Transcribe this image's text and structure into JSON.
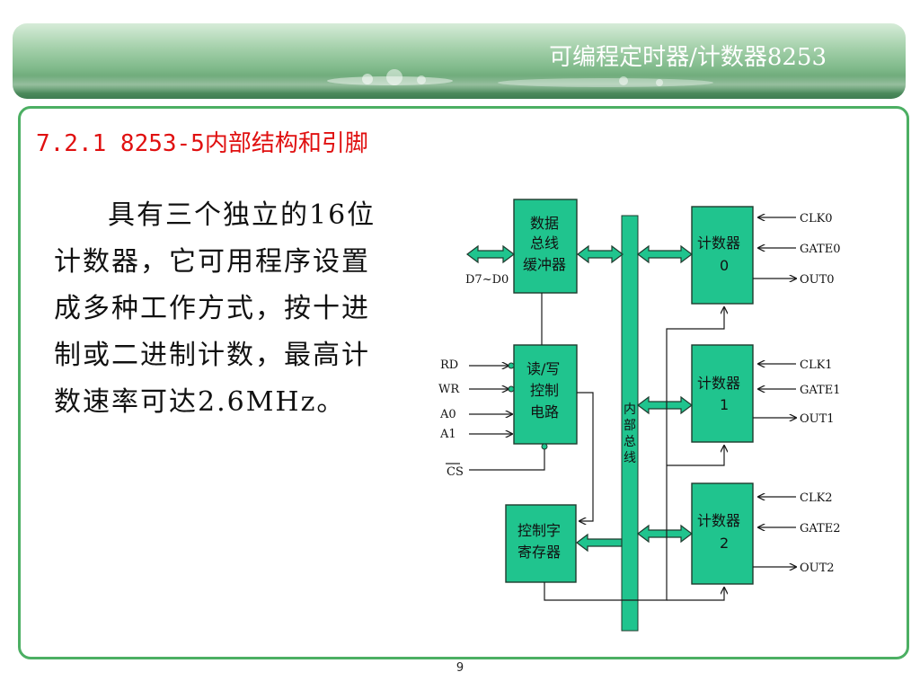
{
  "header": {
    "title": "可编程定时器/计数器8253"
  },
  "section": {
    "title": "7.2.1 8253-5内部结构和引脚"
  },
  "body": {
    "text": "具有三个独立的16位计数器，它可用程序设置成多种工作方式，按十进制或二进制计数，最高计数速率可达2.6MHz。"
  },
  "diagram": {
    "data_bus_buffer": [
      "数据",
      "总线",
      "缓冲器"
    ],
    "rw_logic": [
      "读/写",
      "控制",
      "电路"
    ],
    "control_word": [
      "控制字",
      "寄存器"
    ],
    "internal_bus": [
      "内",
      "部",
      "总",
      "线"
    ],
    "data_pin": "D7~D0",
    "rw_pins": [
      "RD",
      "WR",
      "A0",
      "A1"
    ],
    "cs_pin": "CS",
    "counters": [
      {
        "title": "计数器",
        "index": "0",
        "clk": "CLK0",
        "gate": "GATE0",
        "out": "OUT0"
      },
      {
        "title": "计数器",
        "index": "1",
        "clk": "CLK1",
        "gate": "GATE1",
        "out": "OUT1"
      },
      {
        "title": "计数器",
        "index": "2",
        "clk": "CLK2",
        "gate": "GATE2",
        "out": "OUT2"
      }
    ]
  },
  "footer": {
    "page": "9"
  },
  "colors": {
    "accent": "#4caf63",
    "block": "#20c48e",
    "title_red": "#e01010"
  }
}
